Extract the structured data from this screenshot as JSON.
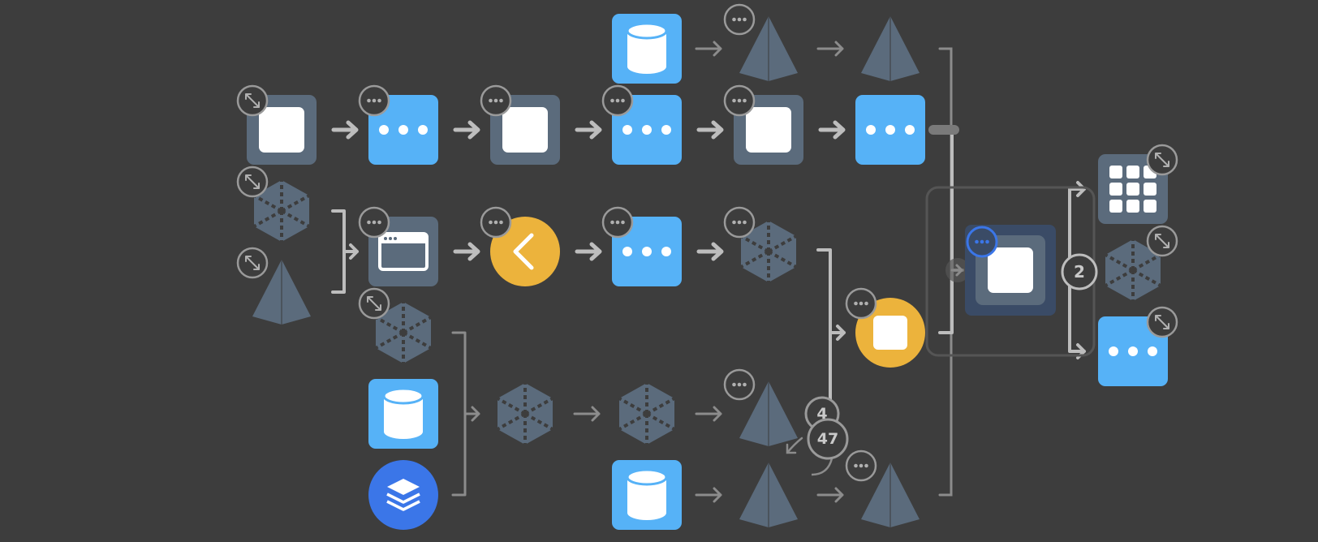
{
  "colors": {
    "background": "#3d3d3d",
    "blue": "#56b2f7",
    "dark_blue": "#3b76e8",
    "slate": "#5b6b7c",
    "yellow": "#ecb33c",
    "white": "#ffffff",
    "connector": "#8c8c8c",
    "connector_bright": "#bdbdbd",
    "badge_ring": "#9a9a9a",
    "group_border": "#5a5a5a"
  },
  "badges": {
    "merge_count": "4",
    "node_count": "47",
    "branch_count": "2"
  },
  "nodes": [
    {
      "id": "r0c3",
      "shape": "cylinder-tile",
      "color": "blue",
      "badge": "none"
    },
    {
      "id": "r0c4",
      "shape": "pyramid",
      "badge": "more"
    },
    {
      "id": "r0c5",
      "shape": "pyramid",
      "badge": "none"
    },
    {
      "id": "r1c0",
      "shape": "square-tile",
      "color": "slate",
      "badge": "expand"
    },
    {
      "id": "r1c1",
      "shape": "dots-tile",
      "color": "blue",
      "badge": "more"
    },
    {
      "id": "r1c2",
      "shape": "square-tile",
      "color": "slate",
      "badge": "more"
    },
    {
      "id": "r1c3",
      "shape": "dots-tile",
      "color": "blue",
      "badge": "more"
    },
    {
      "id": "r1c4",
      "shape": "square-tile",
      "color": "slate",
      "badge": "more"
    },
    {
      "id": "r1c5",
      "shape": "dots-tile",
      "color": "blue",
      "badge": "none"
    },
    {
      "id": "r2c0a",
      "shape": "cube",
      "badge": "expand"
    },
    {
      "id": "r2c0b",
      "shape": "pyramid",
      "badge": "expand"
    },
    {
      "id": "r2c1",
      "shape": "window-tile",
      "color": "slate",
      "badge": "more"
    },
    {
      "id": "r2c2",
      "shape": "chevron-circle",
      "color": "yellow",
      "badge": "more"
    },
    {
      "id": "r2c3",
      "shape": "dots-tile",
      "color": "blue",
      "badge": "more"
    },
    {
      "id": "r2c4",
      "shape": "cube",
      "badge": "more"
    },
    {
      "id": "r3c1",
      "shape": "cube",
      "badge": "expand"
    },
    {
      "id": "r3c6",
      "shape": "square-circle",
      "color": "yellow",
      "badge": "more"
    },
    {
      "id": "r4c1",
      "shape": "cylinder-tile",
      "color": "blue",
      "badge": "none"
    },
    {
      "id": "r4c2",
      "shape": "cube",
      "badge": "none"
    },
    {
      "id": "r4c3",
      "shape": "cube",
      "badge": "none"
    },
    {
      "id": "r4c4",
      "shape": "pyramid",
      "badge": "more"
    },
    {
      "id": "r5c1",
      "shape": "layers-circle",
      "color": "dark_blue",
      "badge": "none"
    },
    {
      "id": "r5c3",
      "shape": "cylinder-tile",
      "color": "blue",
      "badge": "none"
    },
    {
      "id": "r5c4",
      "shape": "pyramid",
      "badge": "none"
    },
    {
      "id": "r5c5",
      "shape": "pyramid",
      "badge": "more"
    },
    {
      "id": "center",
      "shape": "square-tile-selected",
      "color": "slate",
      "badge": "more-selected"
    },
    {
      "id": "out-grid",
      "shape": "grid-tile",
      "color": "slate",
      "badge": "expand"
    },
    {
      "id": "out-cube",
      "shape": "cube",
      "badge": "expand"
    },
    {
      "id": "out-dots",
      "shape": "dots-tile",
      "color": "blue",
      "badge": "expand"
    }
  ]
}
